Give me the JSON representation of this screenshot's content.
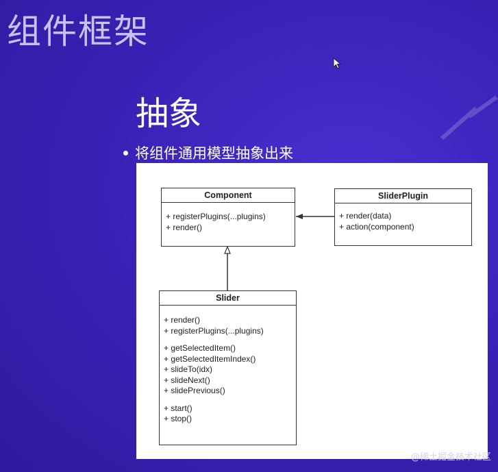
{
  "slide": {
    "title": "组件框架",
    "subtitle": "抽象",
    "bullet": "将组件通用模型抽象出来"
  },
  "diagram": {
    "component": {
      "name": "Component",
      "methods": [
        "+ registerPlugins(...plugins)",
        "+ render()"
      ]
    },
    "slider_plugin": {
      "name": "SliderPlugin",
      "methods": [
        "+ render(data)",
        "+ action(component)"
      ]
    },
    "slider": {
      "name": "Slider",
      "group1": [
        "+ render()",
        "+ registerPlugins(...plugins)"
      ],
      "group2": [
        "+ getSelectedItem()",
        "+ getSelectedItemIndex()",
        "+ slideTo(idx)",
        "+ slideNext()",
        "+ slidePrevious()"
      ],
      "group3": [
        "+ start()",
        "+ stop()"
      ]
    }
  },
  "watermark": "@稀土掘金技术社区",
  "colors": {
    "background": "#3b22b8",
    "panel": "#ffffff",
    "line": "#333333"
  }
}
